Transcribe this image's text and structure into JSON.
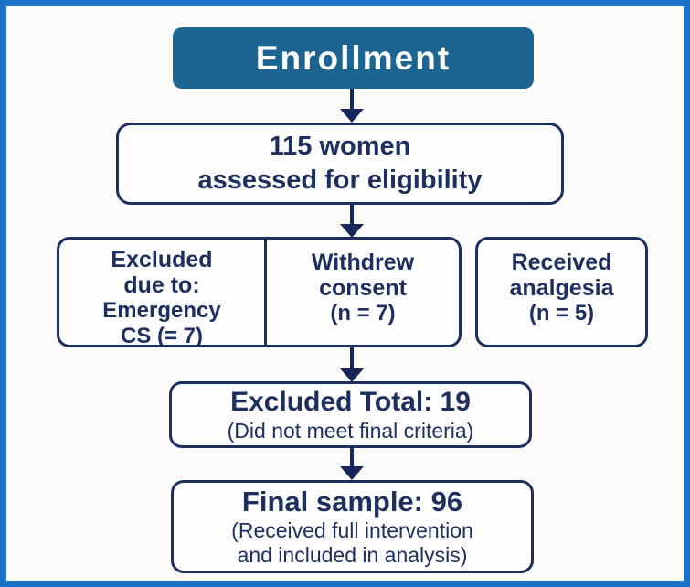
{
  "diagram": {
    "title": "Enrollment",
    "colors": {
      "frame_border": "#1b73c8",
      "node_border": "#1d2f5f",
      "title_fill": "#1c6492",
      "title_text": "#ffffff",
      "text": "#1d2f5f",
      "background": "#fcfbfa"
    },
    "nodes": {
      "enrollment": {
        "label": "Enrollment"
      },
      "assessed": {
        "lines": [
          "115 women",
          "assessed for eligibility"
        ]
      },
      "excluded_cs": {
        "bold_lines": [
          "Excluded",
          "due to:"
        ],
        "detail_lines": [
          "Emergency",
          "CS (= 7)"
        ]
      },
      "withdrew": {
        "bold_lines": [
          "Withdrew",
          "consent"
        ],
        "detail_lines": [
          "(n = 7)"
        ]
      },
      "analgesia": {
        "bold_lines": [
          "Received",
          "analgesia"
        ],
        "detail_lines": [
          "(n = 5)"
        ]
      },
      "excluded_total": {
        "main": "Excluded Total: 19",
        "sub": "(Did not meet final criteria)"
      },
      "final_sample": {
        "main": "Final sample: 96",
        "sub_lines": [
          "(Received full intervention",
          "and included in analysis)"
        ]
      }
    },
    "connections": [
      "enrollment -> assessed",
      "assessed -> withdrew",
      "withdrew -> excluded_total",
      "excluded_total -> final_sample"
    ]
  }
}
